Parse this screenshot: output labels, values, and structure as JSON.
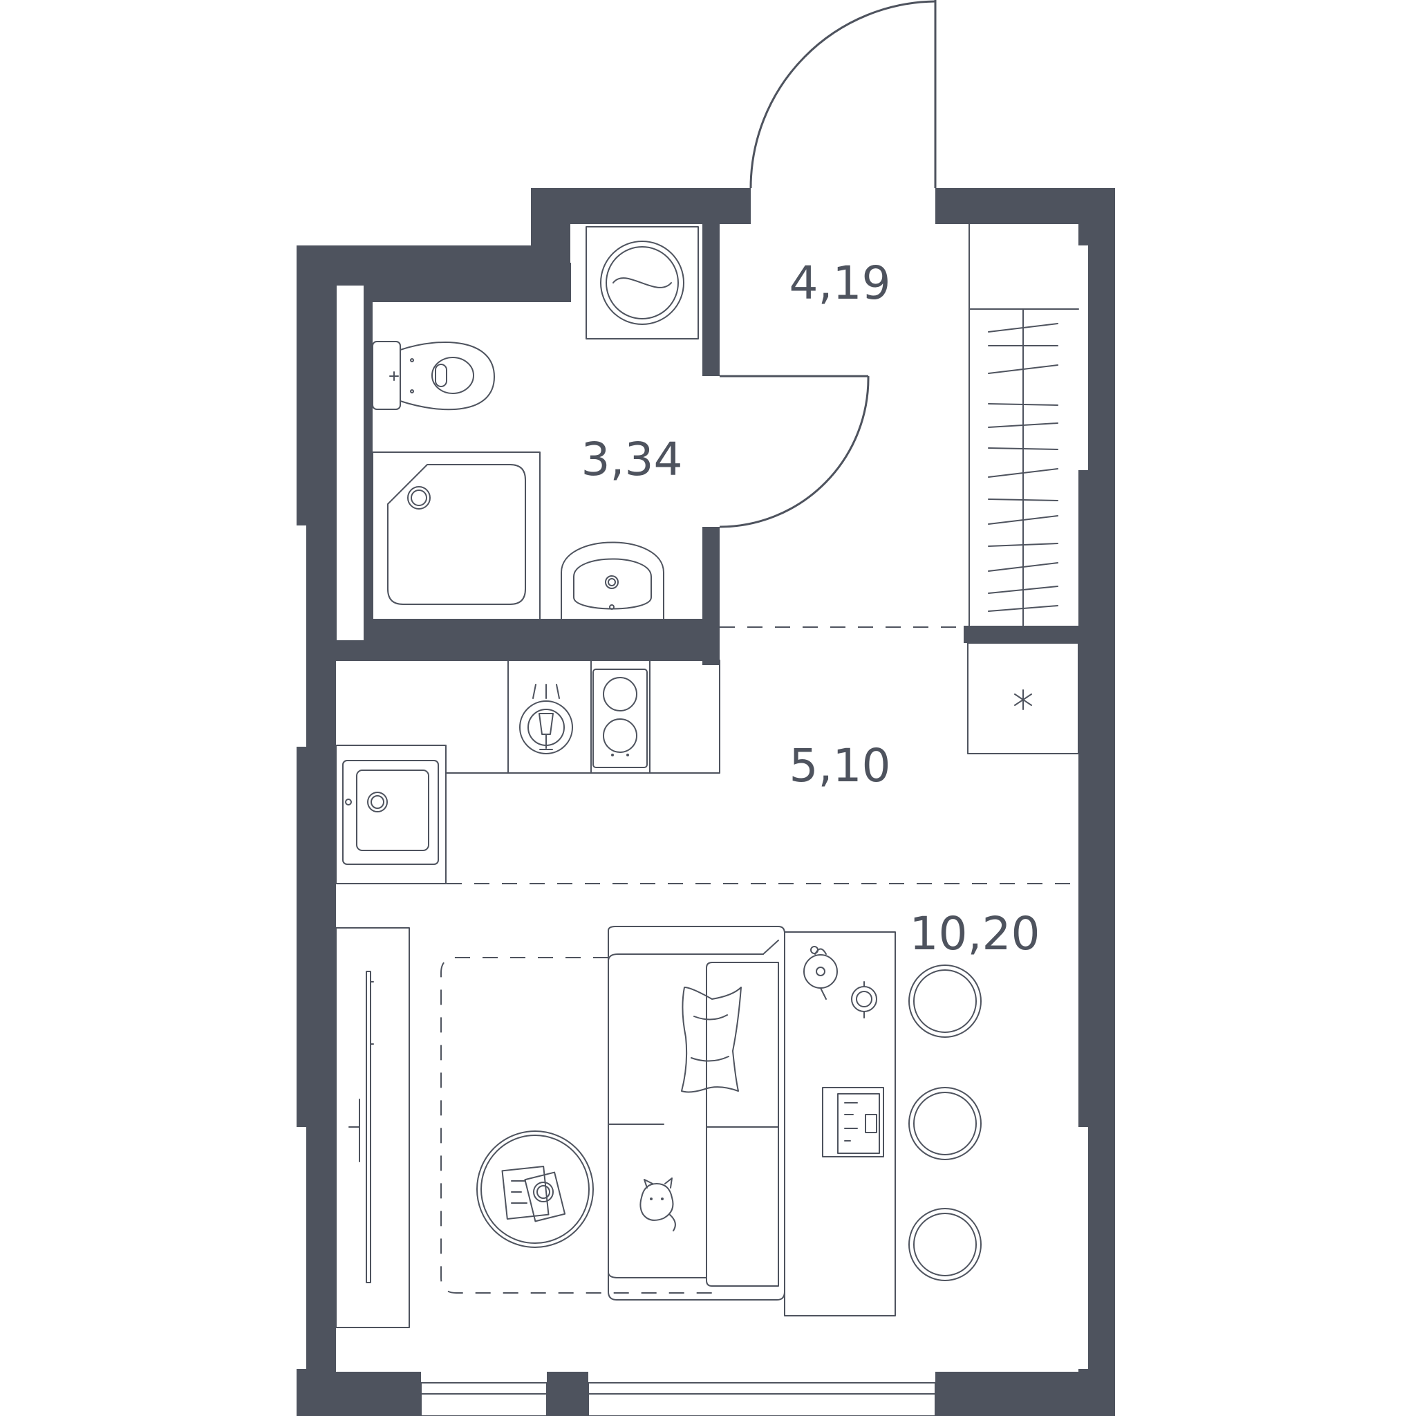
{
  "colors": {
    "wall": "#4e535e",
    "background": "#ffffff"
  },
  "rooms": [
    {
      "id": "bathroom",
      "area_label": "3,34"
    },
    {
      "id": "hallway",
      "area_label": "4,19"
    },
    {
      "id": "kitchen",
      "area_label": "5,10"
    },
    {
      "id": "living-room",
      "area_label": "10,20"
    }
  ],
  "icons": {
    "washing_machine": "washing-machine-icon",
    "toilet": "toilet-icon",
    "shower": "shower-tray-icon",
    "sink": "washbasin-icon",
    "stove": "cooktop-icon",
    "coffee_machine": "coffee-machine-icon",
    "kitchen_sink": "kitchen-sink-icon",
    "fridge": "fridge-icon",
    "sofa": "sofa-icon",
    "coffee_table": "coffee-table-icon",
    "desk": "desk-icon",
    "stool": "stool-icon",
    "laptop": "laptop-icon",
    "wardrobe": "wardrobe-icon",
    "mirror": "mirror-icon",
    "cat": "cat-icon",
    "teapot": "teapot-icon",
    "cup": "cup-icon"
  }
}
